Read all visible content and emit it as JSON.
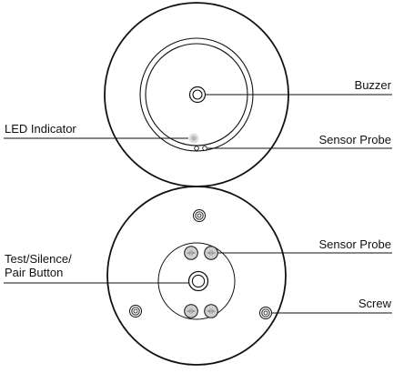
{
  "colors": {
    "line": "#111111",
    "led": "#b8b8b8",
    "sensor_fill": "#cfcfcf",
    "background": "#ffffff"
  },
  "top_view": {
    "labels": {
      "buzzer": "Buzzer",
      "led_indicator": "LED Indicator",
      "sensor_probe": "Sensor Probe"
    }
  },
  "bottom_view": {
    "labels": {
      "sensor_probe": "Sensor Probe",
      "test_button_line1": "Test/Silence/",
      "test_button_line2": "Pair Button",
      "screw": "Screw"
    }
  }
}
